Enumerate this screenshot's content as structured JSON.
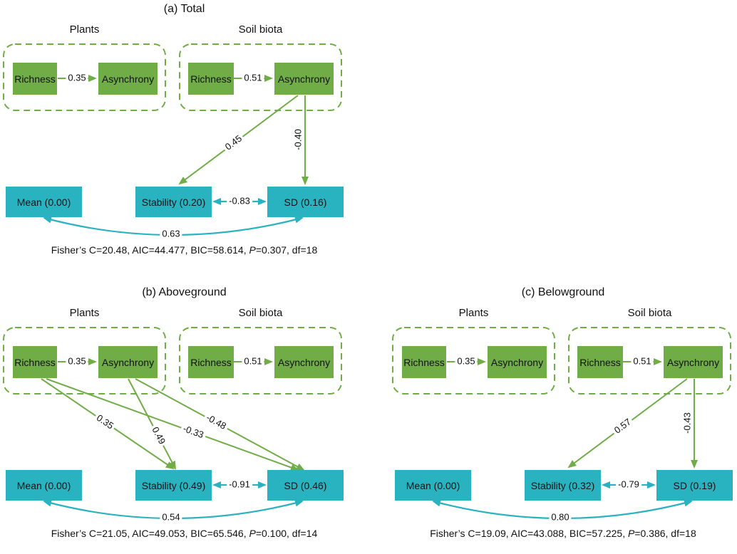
{
  "figure": {
    "colors": {
      "green": "#70ad47",
      "cyan": "#29b2bf",
      "text": "#111111",
      "background": "#ffffff"
    },
    "panels": [
      {
        "title": "(a) Total",
        "plants_label": "Plants",
        "soil_label": "Soil biota",
        "plants_richness": "Richness",
        "plants_asynchrony": "Asynchrony",
        "plants_coef": "0.35",
        "soil_richness": "Richness",
        "soil_asynchrony": "Asynchrony",
        "soil_coef": "0.51",
        "mean_label": "Mean (0.00)",
        "stability_label": "Stability (0.20)",
        "sd_label": "SD (0.16)",
        "coef_async_stability": "0.45",
        "coef_async_sd": "-0.40",
        "coef_stability_sd": "-0.83",
        "coef_mean_sd": "0.63",
        "fit_before_p": "Fisher’s C=20.48, AIC=44.477, BIC=58.614, ",
        "fit_p": "P",
        "fit_after_p": "=0.307, df=18"
      },
      {
        "title": "(b) Aboveground",
        "plants_label": "Plants",
        "soil_label": "Soil biota",
        "plants_richness": "Richness",
        "plants_asynchrony": "Asynchrony",
        "plants_coef": "0.35",
        "soil_richness": "Richness",
        "soil_asynchrony": "Asynchrony",
        "soil_coef": "0.51",
        "mean_label": "Mean (0.00)",
        "stability_label": "Stability (0.49)",
        "sd_label": "SD (0.46)",
        "coef_richness_stability": "0.35",
        "coef_richness_sd": "-0.33",
        "coef_async_stability": "0.49",
        "coef_async_sd": "-0.48",
        "coef_stability_sd": "-0.91",
        "coef_mean_sd": "0.54",
        "fit_before_p": "Fisher’s C=21.05, AIC=49.053, BIC=65.546, ",
        "fit_p": "P",
        "fit_after_p": "=0.100, df=14"
      },
      {
        "title": "(c) Belowground",
        "plants_label": "Plants",
        "soil_label": "Soil biota",
        "plants_richness": "Richness",
        "plants_asynchrony": "Asynchrony",
        "plants_coef": "0.35",
        "soil_richness": "Richness",
        "soil_asynchrony": "Asynchrony",
        "soil_coef": "0.51",
        "mean_label": "Mean (0.00)",
        "stability_label": "Stability (0.32)",
        "sd_label": "SD (0.19)",
        "coef_async_stability": "0.57",
        "coef_async_sd": "-0.43",
        "coef_stability_sd": "-0.79",
        "coef_mean_sd": "0.80",
        "fit_before_p": "Fisher’s C=19.09, AIC=43.088, BIC=57.225, ",
        "fit_p": "P",
        "fit_after_p": "=0.386, df=18"
      }
    ]
  }
}
